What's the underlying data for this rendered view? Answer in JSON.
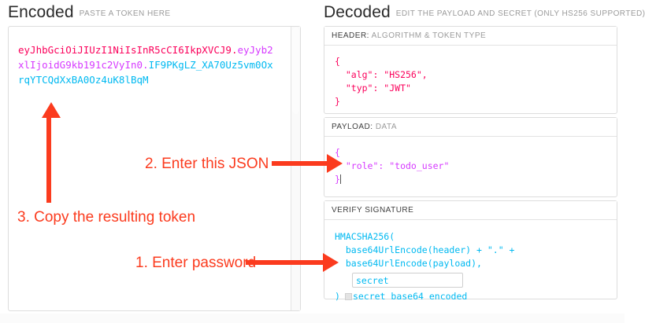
{
  "encoded": {
    "heading": "Encoded",
    "subheading": "PASTE A TOKEN HERE",
    "token": {
      "header_b64": "eyJhbGciOiJIUzI1NiIsInR5cCI6IkpXVCJ9",
      "dot1": ".",
      "payload_b64": "eyJyb2xlIjoidG9kb191c2VyIn0",
      "dot2": ".",
      "signature_b64": "IF9PKgLZ_XA70Uz5vm0OxrqYTCQdXxBA0Oz4uK8lBqM",
      "full": "eyJhbGciOiJIUzI1NiIsInR5cCI6IkpXVCJ9.eyJyb2xlIjoidG9kb191c2VyIn0.IF9PKgLZ_XA70Uz5vm0OxrqYTCQdXxBA0Oz4uK8lBqM"
    }
  },
  "decoded": {
    "heading": "Decoded",
    "subheading": "EDIT THE PAYLOAD AND SECRET (ONLY HS256 SUPPORTED)",
    "sections": [
      {
        "label_strong": "HEADER:",
        "label_rest": " ALGORITHM & TOKEN TYPE",
        "body": "{\n  \"alg\": \"HS256\",\n  \"typ\": \"JWT\"\n}"
      },
      {
        "label_strong": "PAYLOAD:",
        "label_rest": " DATA",
        "body": "{\n  \"role\": \"todo_user\"\n}"
      },
      {
        "label_strong": "VERIFY SIGNATURE",
        "label_rest": "",
        "sig_line1": "HMACSHA256(",
        "sig_line2": "  base64UrlEncode(header) + \".\" +",
        "sig_line3": "  base64UrlEncode(payload),",
        "secret_value": "secret",
        "sig_close": ")",
        "b64_label": "secret base64 encoded"
      }
    ]
  },
  "annotations": [
    {
      "id": "step1",
      "text": "1. Enter password"
    },
    {
      "id": "step2",
      "text": "2. Enter this JSON"
    },
    {
      "id": "step3",
      "text": "3. Copy the resulting token"
    }
  ],
  "colors": {
    "header_token": "#fb015b",
    "payload_token": "#d63aff",
    "signature_token": "#00b9f1",
    "annotation": "#fb3b1e",
    "panel_border": "#dddddd",
    "label_muted": "#9b9b9b"
  }
}
